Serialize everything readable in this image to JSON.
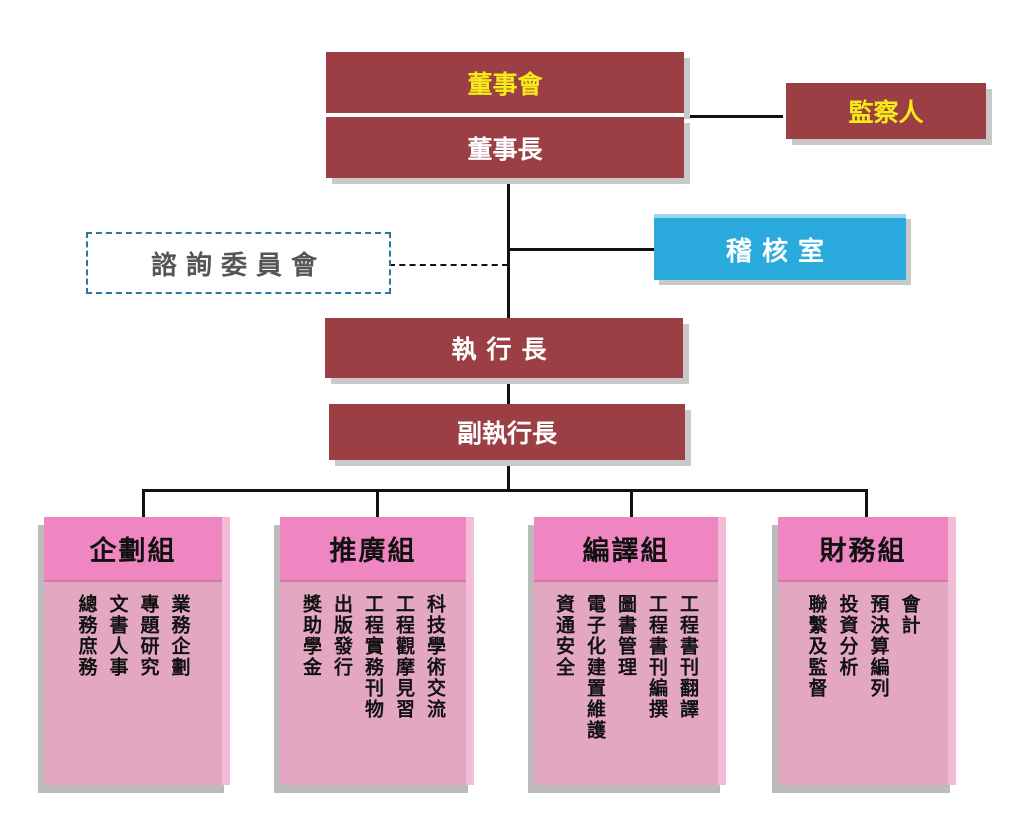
{
  "board": {
    "title": "董事會",
    "chairman": "董事長"
  },
  "supervisor": "監察人",
  "audit": "稽核室",
  "advisory": "諮詢委員會",
  "ceo": "執行長",
  "deputy_ceo": "副執行長",
  "departments": [
    {
      "name": "企劃組",
      "duties": [
        "業務企劃",
        "專題研究",
        "文書人事",
        "總務庶務"
      ]
    },
    {
      "name": "推廣組",
      "duties": [
        "科技學術交流",
        "工程觀摩見習",
        "工程實務刊物",
        "出版發行",
        "獎助學金"
      ]
    },
    {
      "name": "編譯組",
      "duties": [
        "工程書刊翻譯",
        "工程書刊編撰",
        "圖書管理",
        "電子化建置維護",
        "資通安全"
      ]
    },
    {
      "name": "財務組",
      "duties": [
        "會計",
        "預決算編列",
        "投資分析",
        "聯繫及監督"
      ]
    }
  ]
}
